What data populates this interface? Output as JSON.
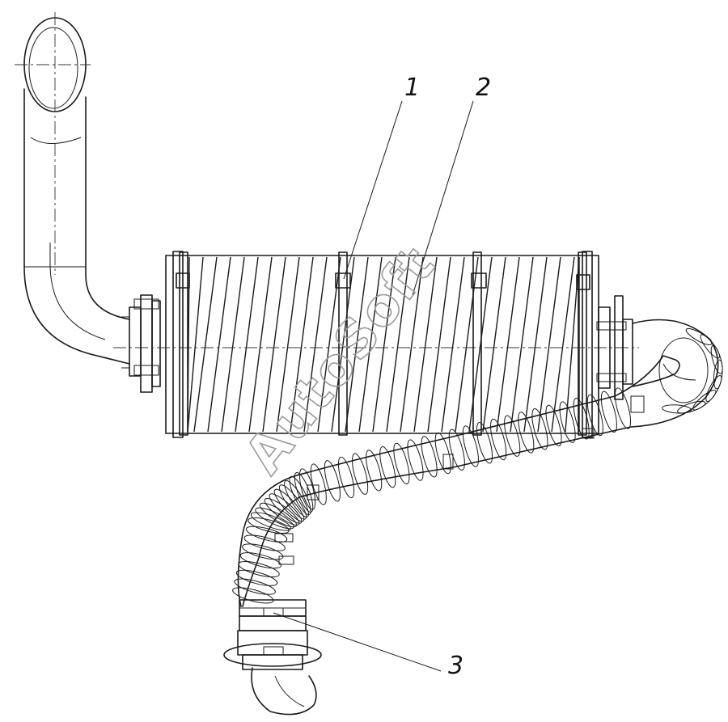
{
  "callouts": [
    {
      "id": "1",
      "label": "1"
    },
    {
      "id": "2",
      "label": "2"
    },
    {
      "id": "3",
      "label": "3"
    }
  ],
  "watermark": "AutoSoft",
  "colors": {
    "line": "#1a1a1a",
    "paper": "#ffffff",
    "watermark": "#9a9a9a"
  }
}
